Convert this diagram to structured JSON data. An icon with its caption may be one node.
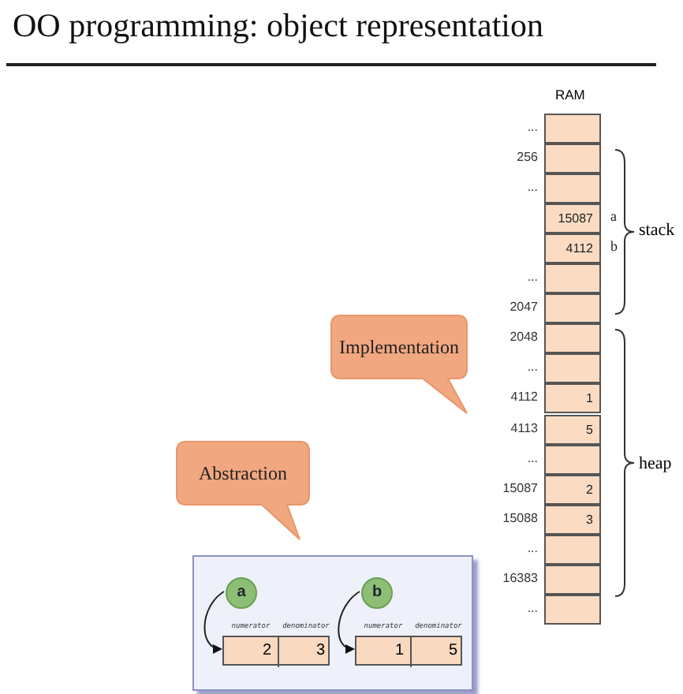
{
  "diagram": {
    "title": "OO programming: object representation",
    "nodes": [
      {
        "text": [
          "Implementation"
        ]
      },
      {
        "text": [
          "Abstraction"
        ]
      },
      {
        "text": [],
        "shape": "box",
        "beside": [
          "..."
        ]
      },
      {
        "text": [],
        "shape": "box",
        "beside": [
          "256"
        ]
      },
      {
        "text": [],
        "shape": "box",
        "beside": [
          "..."
        ]
      },
      {
        "text": [
          "15087"
        ],
        "beside": [
          "a"
        ]
      },
      {
        "text": [
          "4112"
        ],
        "beside": [
          "b"
        ]
      },
      {
        "text": [],
        "shape": "box",
        "beside": [
          "..."
        ]
      },
      {
        "text": [],
        "shape": "box",
        "beside": [
          "2047"
        ]
      },
      {
        "text": [],
        "shape": "box",
        "beside": [
          "2048"
        ]
      },
      {
        "text": [],
        "shape": "box",
        "beside": [
          "..."
        ]
      },
      {
        "text": [
          "1"
        ],
        "beside": [
          "4112"
        ]
      },
      {
        "text": [
          "5"
        ],
        "beside": [
          "4113"
        ]
      },
      {
        "text": [],
        "shape": "box",
        "beside": [
          "..."
        ]
      },
      {
        "text": [
          "2"
        ],
        "beside": [
          "15087"
        ]
      },
      {
        "text": [
          "3"
        ],
        "beside": [
          "15088"
        ]
      },
      {
        "text": [],
        "shape": "box",
        "beside": [
          "..."
        ]
      },
      {
        "text": [],
        "shape": "box",
        "beside": [
          "16383"
        ]
      },
      {
        "text": [],
        "shape": "box",
        "beside": [
          "..."
        ]
      },
      {
        "text": [],
        "shape": "box"
      },
      {
        "text": [
          "a"
        ],
        "in": 19
      },
      {
        "text": [],
        "shape": "box",
        "in": 19
      },
      {
        "text": [
          "2"
        ],
        "beside": [
          "numerator"
        ],
        "in": 21
      },
      {
        "text": [
          "3"
        ],
        "beside": [
          "denominator"
        ],
        "in": 21
      },
      {
        "text": [
          "b"
        ],
        "in": 19
      },
      {
        "text": [],
        "shape": "box",
        "in": 19
      },
      {
        "text": [
          "1"
        ],
        "beside": [
          "numerator"
        ],
        "in": 25
      },
      {
        "text": [
          "5"
        ],
        "beside": [
          "denominator"
        ],
        "in": 25
      }
    ],
    "edges": [
      {
        "from": 20,
        "to": 21,
        "arrow": "to"
      },
      {
        "from": 24,
        "to": 25,
        "arrow": "to"
      }
    ],
    "labels": [
      "RAM",
      "stack",
      "heap"
    ]
  }
}
